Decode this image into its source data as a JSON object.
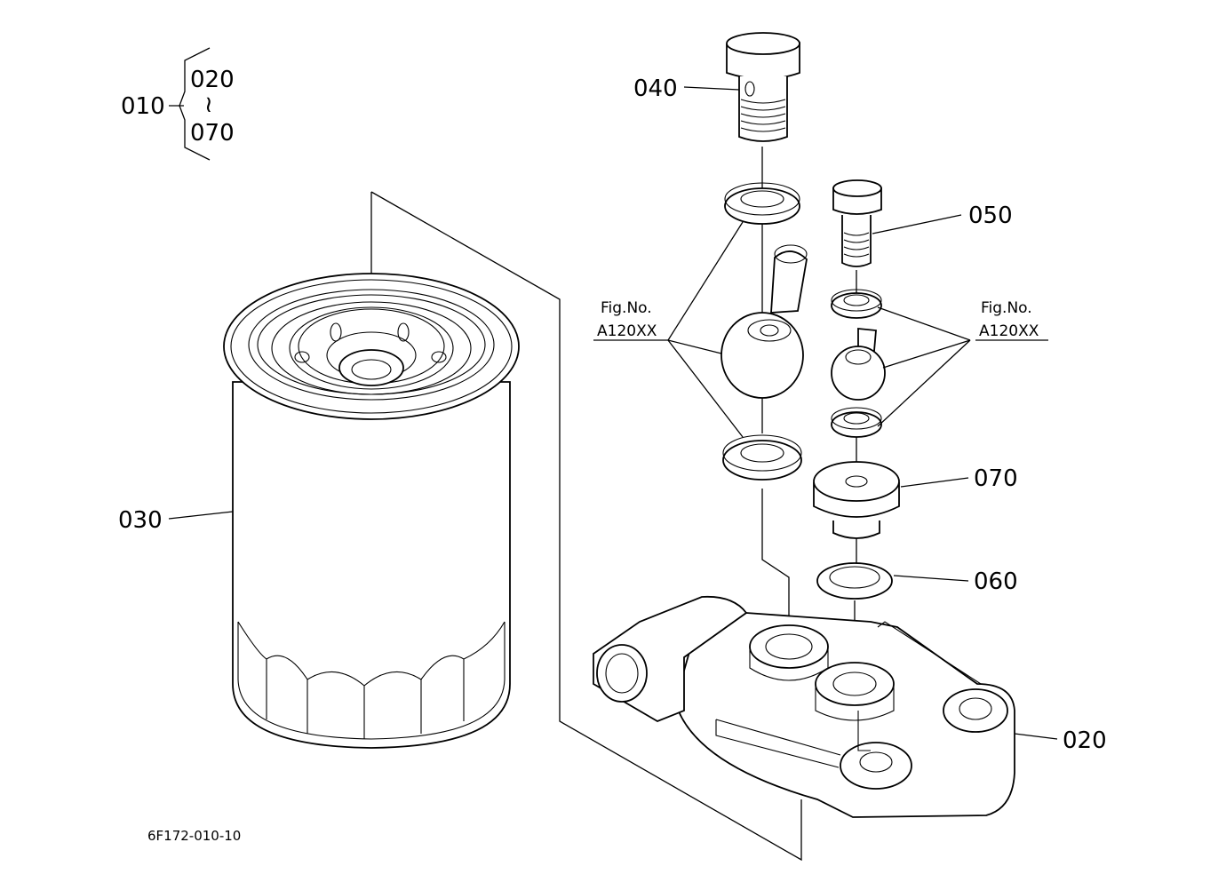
{
  "diagram": {
    "assembly": {
      "id": "010",
      "range_from": "020",
      "range_sep": "≀",
      "range_to": "070"
    },
    "callouts": [
      {
        "id": "020",
        "part": "filter-head-bracket"
      },
      {
        "id": "030",
        "part": "filter-cartridge"
      },
      {
        "id": "040",
        "part": "banjo-bolt"
      },
      {
        "id": "050",
        "part": "small-banjo-bolt"
      },
      {
        "id": "060",
        "part": "gasket-ring"
      },
      {
        "id": "070",
        "part": "plug"
      }
    ],
    "references": [
      {
        "line1": "Fig.No.",
        "line2": "A120XX"
      },
      {
        "line1": "Fig.No.",
        "line2": "A120XX"
      }
    ],
    "drawing_code": "6F172-010-10"
  }
}
